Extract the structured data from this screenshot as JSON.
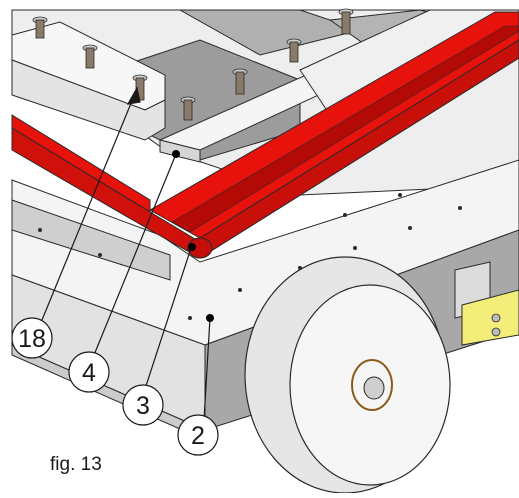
{
  "figure": {
    "caption": "fig. 13",
    "callouts": [
      {
        "id": "18",
        "label": "18"
      },
      {
        "id": "4",
        "label": "4"
      },
      {
        "id": "3",
        "label": "3"
      },
      {
        "id": "2",
        "label": "2"
      }
    ]
  },
  "colors": {
    "rail_red": "#e8120c",
    "rail_dark": "#b30a06",
    "metal_light": "#f2f2f2",
    "metal_mid": "#d9d9d9",
    "metal_dark": "#9a9a9a",
    "slot_grey": "#c8c8c8",
    "bracket_yellow": "#f3ee7a",
    "outline": "#2a2a2a"
  }
}
